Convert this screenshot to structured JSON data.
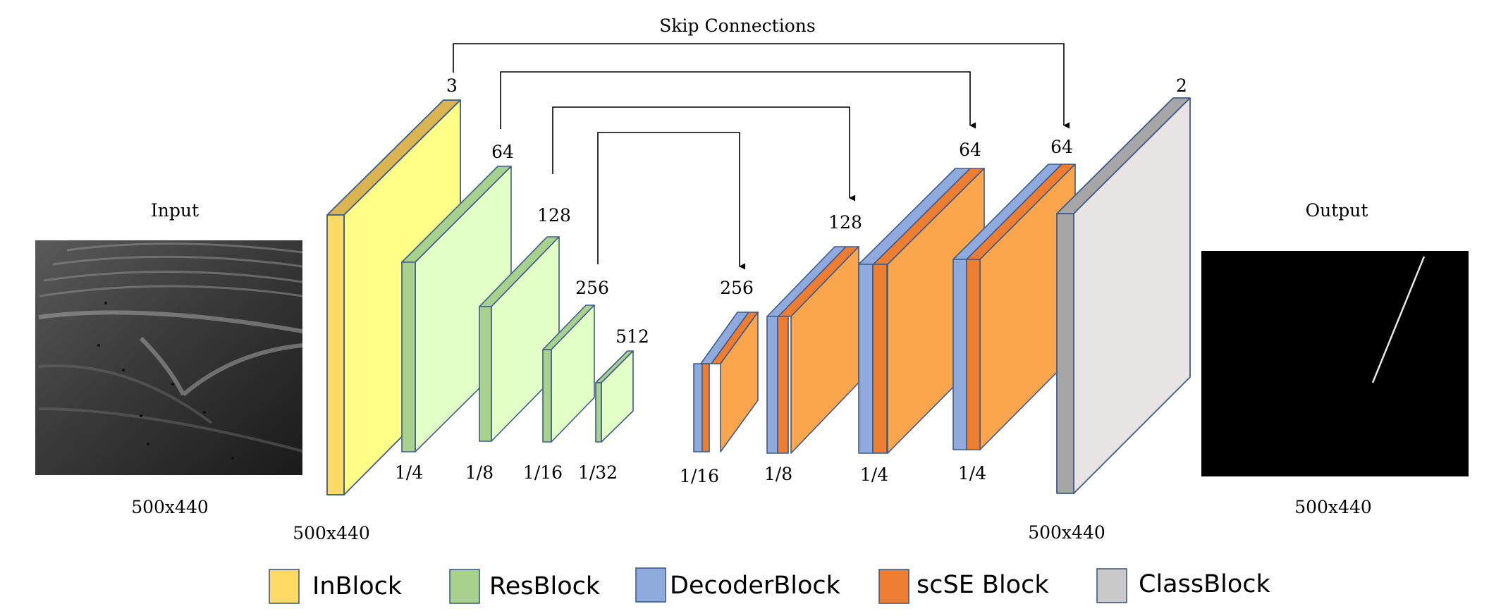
{
  "skip_label": "Skip Connections",
  "input": {
    "title": "Input",
    "size": "500x440"
  },
  "output": {
    "title": "Output",
    "size": "500x440"
  },
  "encoder": {
    "in_channels": "3",
    "in_size": "500x440",
    "res_blocks": [
      {
        "channels": "64",
        "scale": "1/4"
      },
      {
        "channels": "128",
        "scale": "1/8"
      },
      {
        "channels": "256",
        "scale": "1/16"
      },
      {
        "channels": "512",
        "scale": "1/32"
      }
    ]
  },
  "decoder": {
    "blocks": [
      {
        "channels": "256",
        "scale": "1/16"
      },
      {
        "channels": "128",
        "scale": "1/8"
      },
      {
        "channels": "64",
        "scale": "1/4"
      },
      {
        "channels": "64",
        "scale": "1/4"
      }
    ]
  },
  "classifier": {
    "channels": "2",
    "size": "500x440"
  },
  "legend": [
    {
      "label": "InBlock",
      "color": "#FFD966"
    },
    {
      "label": "ResBlock",
      "color": "#A9D18E"
    },
    {
      "label": "DecoderBlock",
      "color": "#8FAADC"
    },
    {
      "label": "scSE Block",
      "color": "#ED7D31"
    },
    {
      "label": "ClassBlock",
      "color": "#C9C9C9"
    }
  ],
  "colors": {
    "inblock_front": "#FFD966",
    "inblock_side": "#FFFF88",
    "inblock_top": "#D9B451",
    "resblock_front": "#A9D18E",
    "resblock_side": "#E2FFC6",
    "decoder": "#8FAADC",
    "scse": "#ED7D31",
    "decoder_side": "#FBA64C",
    "class_front": "#A6A6A6",
    "class_side": "#E8E4E4",
    "edge": "#3D5A8A"
  }
}
